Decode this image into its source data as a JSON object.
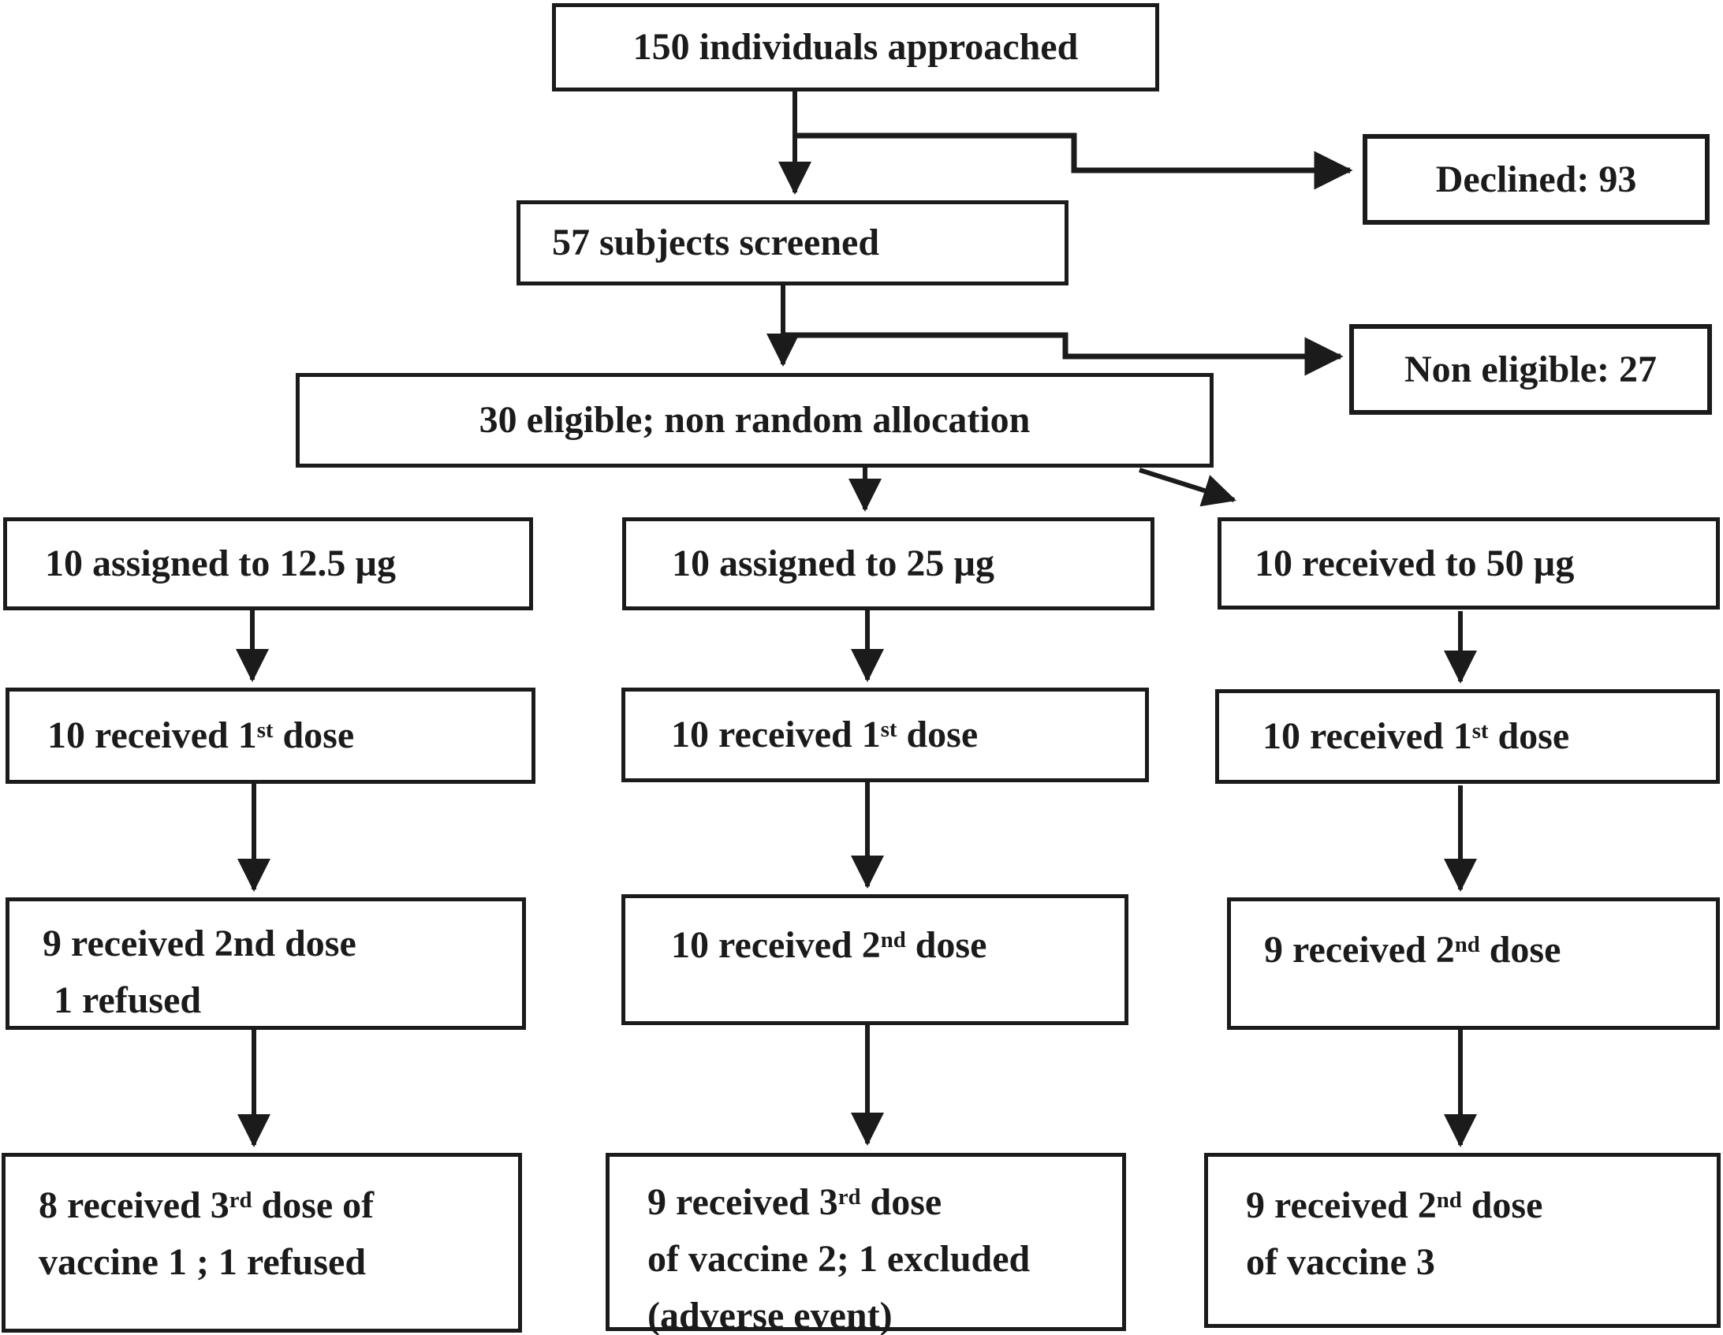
{
  "colors": {
    "background": "#ffffff",
    "box_fill": "#ffffff",
    "line": "#1b1b1b",
    "text": "#1b1b1b"
  },
  "nodes": {
    "approached": {
      "text": "150 individuals approached"
    },
    "declined": {
      "text": "Declined: 93"
    },
    "screened": {
      "text": "57 subjects screened"
    },
    "non_eligible": {
      "text": "Non eligible: 27"
    },
    "eligible": {
      "text": "30 eligible; non random allocation"
    },
    "arm1_assigned": {
      "text": "10 assigned to 12.5 µg"
    },
    "arm2_assigned": {
      "text": "10 assigned to 25 µg"
    },
    "arm3_assigned": {
      "text": "10 received to 50 µg"
    },
    "arm1_dose1": {
      "pre": "10 received 1",
      "sup": "st",
      "post": " dose"
    },
    "arm2_dose1": {
      "pre": "10 received 1",
      "sup": "st",
      "post": " dose"
    },
    "arm3_dose1": {
      "pre": "10 received 1",
      "sup": "st",
      "post": " dose"
    },
    "arm1_dose2": {
      "line1": "9 received 2nd dose",
      "line2": "1 refused"
    },
    "arm2_dose2": {
      "pre": "10 received 2",
      "sup": "nd",
      "post": " dose"
    },
    "arm3_dose2": {
      "pre": "9 received 2",
      "sup": "nd",
      "post": " dose"
    },
    "arm1_dose3": {
      "line1_pre": "8 received 3",
      "line1_sup": "rd",
      "line1_post": " dose of",
      "line2": "vaccine 1 ; 1 refused"
    },
    "arm2_dose3": {
      "line1_pre": "9 received 3",
      "line1_sup": "rd",
      "line1_post": " dose",
      "line2": "of vaccine 2; 1 excluded",
      "line3": "(adverse event)"
    },
    "arm3_dose3": {
      "line1_pre": "9 received 2",
      "line1_sup": "nd",
      "line1_post": " dose",
      "line2": "of vaccine 3"
    }
  },
  "edges": [
    {
      "from": "approached",
      "to": "screened",
      "type": "arrow-down"
    },
    {
      "from": "approached",
      "to": "declined",
      "type": "arrow-right-branch"
    },
    {
      "from": "screened",
      "to": "eligible",
      "type": "arrow-down"
    },
    {
      "from": "screened",
      "to": "non_eligible",
      "type": "arrow-right-branch"
    },
    {
      "from": "eligible",
      "to": "arm2_assigned",
      "type": "arrow-down"
    },
    {
      "from": "eligible",
      "to": "arm3_assigned",
      "type": "arrow-diagonal"
    },
    {
      "from": "arm1_assigned",
      "to": "arm1_dose1",
      "type": "arrow-down"
    },
    {
      "from": "arm2_assigned",
      "to": "arm2_dose1",
      "type": "arrow-down"
    },
    {
      "from": "arm3_assigned",
      "to": "arm3_dose1",
      "type": "arrow-down"
    },
    {
      "from": "arm1_dose1",
      "to": "arm1_dose2",
      "type": "arrow-down"
    },
    {
      "from": "arm2_dose1",
      "to": "arm2_dose2",
      "type": "arrow-down"
    },
    {
      "from": "arm3_dose1",
      "to": "arm3_dose2",
      "type": "arrow-down"
    },
    {
      "from": "arm1_dose2",
      "to": "arm1_dose3",
      "type": "arrow-down"
    },
    {
      "from": "arm2_dose2",
      "to": "arm2_dose3",
      "type": "arrow-down"
    },
    {
      "from": "arm3_dose2",
      "to": "arm3_dose3",
      "type": "arrow-down"
    }
  ]
}
